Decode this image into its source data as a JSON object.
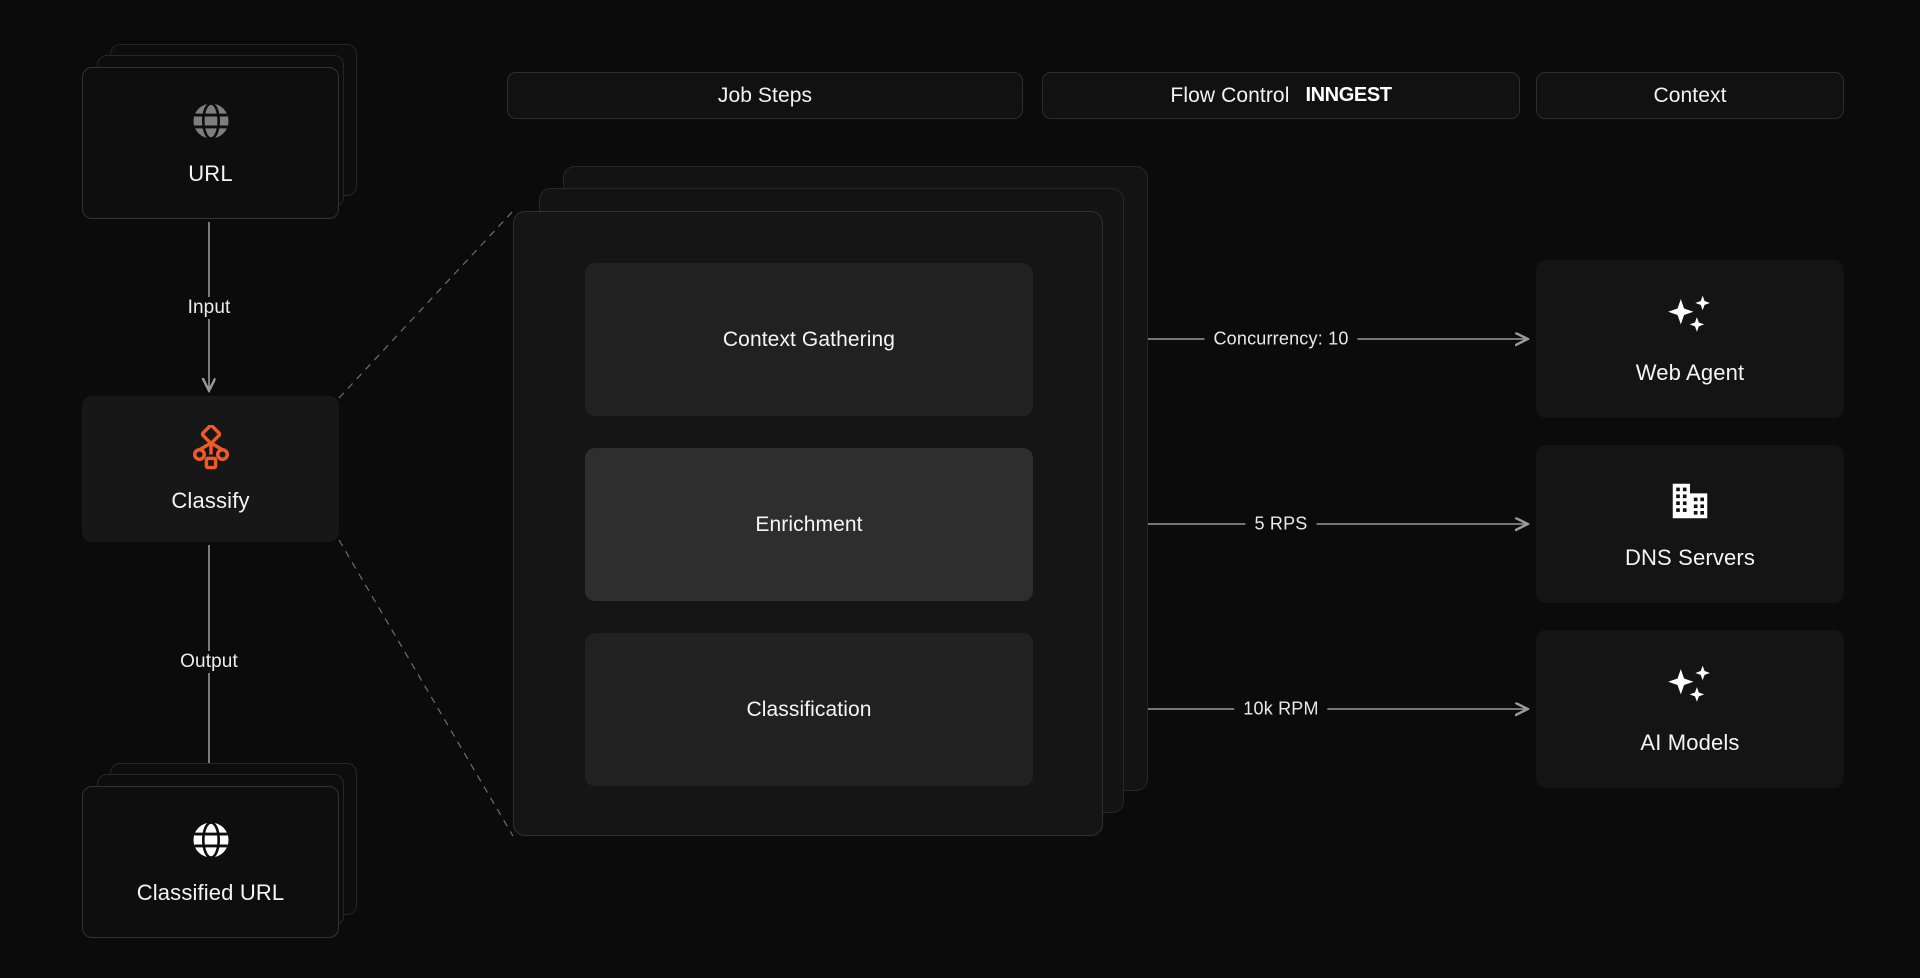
{
  "headers": [
    {
      "id": "job-steps",
      "label": "Job Steps"
    },
    {
      "id": "flow-control",
      "label": "Flow Control",
      "brand": "INNGEST"
    },
    {
      "id": "context",
      "label": "Context"
    }
  ],
  "pipeline": {
    "source": {
      "label": "URL",
      "icon": "globe-icon"
    },
    "input_label": "Input",
    "process": {
      "label": "Classify",
      "icon": "workflow-icon",
      "accent": "#F05A28"
    },
    "output_label": "Output",
    "result": {
      "label": "Classified URL",
      "icon": "globe-icon"
    }
  },
  "job_steps": [
    {
      "label": "Context Gathering",
      "active": false
    },
    {
      "label": "Enrichment",
      "active": true
    },
    {
      "label": "Classification",
      "active": false
    }
  ],
  "flow_control": [
    {
      "label": "Concurrency: 10"
    },
    {
      "label": "5 RPS"
    },
    {
      "label": "10k RPM"
    }
  ],
  "context_targets": [
    {
      "label": "Web Agent",
      "icon": "sparkles-icon"
    },
    {
      "label": "DNS Servers",
      "icon": "buildings-icon"
    },
    {
      "label": "AI Models",
      "icon": "sparkles-icon"
    }
  ],
  "colors": {
    "background": "#0b0b0b",
    "card": "#111111",
    "border": "#2a2a2a",
    "text": "#f2f2f2",
    "accent": "#F05A28",
    "connector": "#9a9a9a"
  }
}
